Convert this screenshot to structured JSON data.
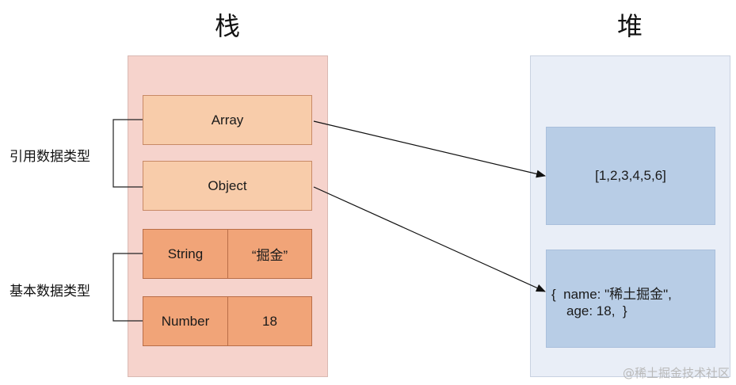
{
  "titles": {
    "stack": "栈",
    "heap": "堆"
  },
  "groups": {
    "reference_types": "引用数据类型",
    "primitive_types": "基本数据类型"
  },
  "stack": {
    "array": "Array",
    "object": "Object",
    "string_label": "String",
    "string_value": "“掘金”",
    "number_label": "Number",
    "number_value": "18"
  },
  "heap": {
    "array_value": "[1,2,3,4,5,6]",
    "object_line1": "{  name: \"稀土掘金\",",
    "object_line2": "age: 18,  }"
  },
  "watermark": "@稀土掘金技术社区"
}
